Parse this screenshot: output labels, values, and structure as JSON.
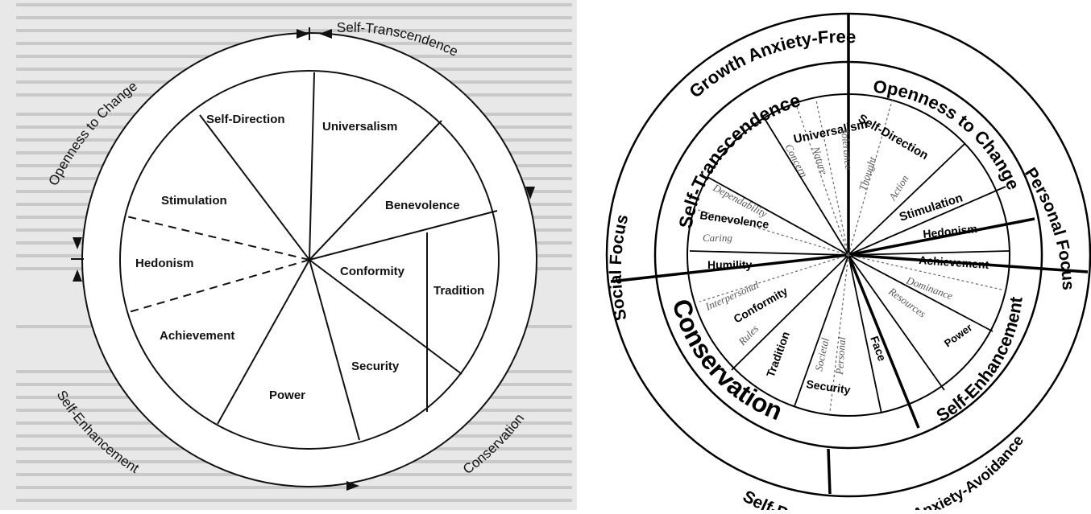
{
  "left_diagram": {
    "outer_labels": [
      "Openness to Change",
      "Self-Transcendence",
      "Conservation",
      "Self-Enhancement"
    ],
    "values": [
      "Self-Direction",
      "Universalism",
      "Stimulation",
      "Benevolence",
      "Hedonism",
      "Conformity",
      "Tradition",
      "Achievement",
      "Security",
      "Power"
    ]
  },
  "right_diagram": {
    "outer_ring": {
      "growth": "Growth",
      "anxiety_free": "Anxiety-Free",
      "social_focus": "Social Focus",
      "personal_focus": "Personal Focus",
      "self_protection": "Self-Protection",
      "anxiety_avoidance": "Anxiety-Avoidance"
    },
    "middle_ring": {
      "self_transcendence": "Self-Transcendence",
      "openness_to_change": "Openness to Change",
      "self_enhancement": "Self-Enhancement",
      "conservation": "Conservation"
    },
    "values": {
      "universalism": "Universalism",
      "self_direction": "Self-Direction",
      "stimulation": "Stimulation",
      "hedonism": "Hedonism",
      "achievement": "Achievement",
      "power": "Power",
      "face": "Face",
      "security": "Security",
      "tradition": "Tradition",
      "conformity": "Conformity",
      "humility": "Humility",
      "benevolence": "Benevolence"
    },
    "subtypes": {
      "concern": "Concern",
      "nature": "Nature",
      "tolerance": "Tolerance",
      "thought": "Thought",
      "action": "Action",
      "dependability": "Dependability",
      "caring": "Caring",
      "dominance": "Dominance",
      "resources": "Resources",
      "interpersonal": "Interpersonal",
      "rules": "Rules",
      "societal": "Societal",
      "personal": "Personal"
    }
  }
}
